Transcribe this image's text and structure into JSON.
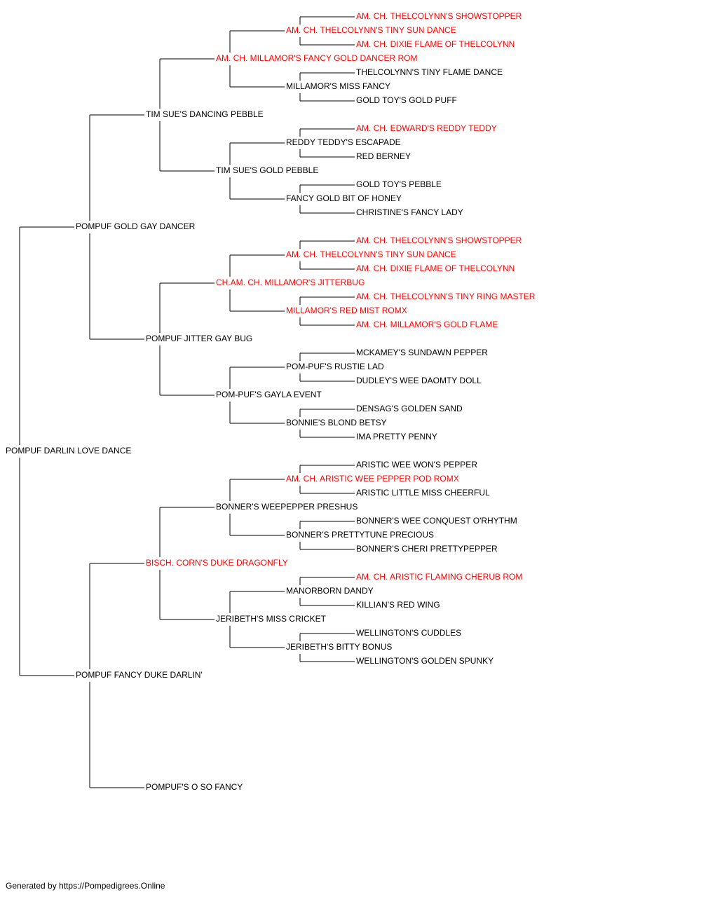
{
  "colors": {
    "champion": "#ff0000",
    "normal": "#000000",
    "line": "#000000"
  },
  "pedigree": {
    "name": "POMPUF DARLIN LOVE DANCE",
    "champion": false,
    "sire": {
      "name": "POMPUF GOLD GAY DANCER",
      "champion": false,
      "sire": {
        "name": "TIM SUE'S DANCING PEBBLE",
        "champion": false,
        "sire": {
          "name": "AM. CH. MILLAMOR'S FANCY GOLD DANCER ROM",
          "champion": true,
          "sire": {
            "name": "AM. CH. THELCOLYNN'S TINY SUN DANCE",
            "champion": true,
            "sire": {
              "name": "AM. CH. THELCOLYNN'S SHOWSTOPPER",
              "champion": true
            },
            "dam": {
              "name": "AM. CH. DIXIE FLAME OF THELCOLYNN",
              "champion": true
            }
          },
          "dam": {
            "name": "MILLAMOR'S MISS FANCY",
            "champion": false,
            "sire": {
              "name": "THELCOLYNN'S TINY FLAME DANCE",
              "champion": false
            },
            "dam": {
              "name": "GOLD TOY'S GOLD PUFF",
              "champion": false
            }
          }
        },
        "dam": {
          "name": "TIM SUE'S GOLD PEBBLE",
          "champion": false,
          "sire": {
            "name": "REDDY TEDDY'S ESCAPADE",
            "champion": false,
            "sire": {
              "name": "AM. CH. EDWARD'S REDDY TEDDY",
              "champion": true
            },
            "dam": {
              "name": "RED BERNEY",
              "champion": false
            }
          },
          "dam": {
            "name": "FANCY GOLD BIT OF HONEY",
            "champion": false,
            "sire": {
              "name": "GOLD TOY'S PEBBLE",
              "champion": false
            },
            "dam": {
              "name": "CHRISTINE'S FANCY LADY",
              "champion": false
            }
          }
        }
      },
      "dam": {
        "name": "POMPUF JITTER GAY BUG",
        "champion": false,
        "sire": {
          "name": "CH.AM. CH. MILLAMOR'S JITTERBUG",
          "champion": true,
          "sire": {
            "name": "AM. CH. THELCOLYNN'S TINY SUN DANCE",
            "champion": true,
            "sire": {
              "name": "AM. CH. THELCOLYNN'S SHOWSTOPPER",
              "champion": true
            },
            "dam": {
              "name": "AM. CH. DIXIE FLAME OF THELCOLYNN",
              "champion": true
            }
          },
          "dam": {
            "name": "MILLAMOR'S RED MIST ROMX",
            "champion": true,
            "sire": {
              "name": "AM. CH. THELCOLYNN'S TINY RING MASTER",
              "champion": true
            },
            "dam": {
              "name": "AM. CH. MILLAMOR'S GOLD FLAME",
              "champion": true
            }
          }
        },
        "dam": {
          "name": "POM-PUF'S GAYLA EVENT",
          "champion": false,
          "sire": {
            "name": "POM-PUF'S RUSTIE LAD",
            "champion": false,
            "sire": {
              "name": "MCKAMEY'S SUNDAWN PEPPER",
              "champion": false
            },
            "dam": {
              "name": "DUDLEY'S WEE DAOMTY DOLL",
              "champion": false
            }
          },
          "dam": {
            "name": "BONNIE'S BLOND BETSY",
            "champion": false,
            "sire": {
              "name": "DENSAG'S GOLDEN SAND",
              "champion": false
            },
            "dam": {
              "name": "IMA PRETTY PENNY",
              "champion": false
            }
          }
        }
      }
    },
    "dam": {
      "name": "POMPUF FANCY DUKE DARLIN'",
      "champion": false,
      "sire": {
        "name": "BISCH. CORN'S DUKE DRAGONFLY",
        "champion": true,
        "sire": {
          "name": "BONNER'S WEEPEPPER PRESHUS",
          "champion": false,
          "sire": {
            "name": "AM. CH. ARISTIC WEE PEPPER POD ROMX",
            "champion": true,
            "sire": {
              "name": "ARISTIC WEE WON'S PEPPER",
              "champion": false
            },
            "dam": {
              "name": "ARISTIC LITTLE MISS CHEERFUL",
              "champion": false
            }
          },
          "dam": {
            "name": "BONNER'S PRETTYTUNE PRECIOUS",
            "champion": false,
            "sire": {
              "name": "BONNER'S WEE CONQUEST O'RHYTHM",
              "champion": false
            },
            "dam": {
              "name": "BONNER'S CHERI PRETTYPEPPER",
              "champion": false
            }
          }
        },
        "dam": {
          "name": "JERIBETH'S MISS CRICKET",
          "champion": false,
          "sire": {
            "name": "MANORBORN DANDY",
            "champion": false,
            "sire": {
              "name": "AM. CH. ARISTIC FLAMING CHERUB ROM",
              "champion": true
            },
            "dam": {
              "name": "KILLIAN'S RED WING",
              "champion": false
            }
          },
          "dam": {
            "name": "JERIBETH'S BITTY BONUS",
            "champion": false,
            "sire": {
              "name": "WELLINGTON'S CUDDLES",
              "champion": false
            },
            "dam": {
              "name": "WELLINGTON'S GOLDEN SPUNKY",
              "champion": false
            }
          }
        }
      },
      "dam": {
        "name": "POMPUF'S O SO FANCY",
        "champion": false
      }
    }
  },
  "footer": "Generated by https://Pompedigrees.Online"
}
